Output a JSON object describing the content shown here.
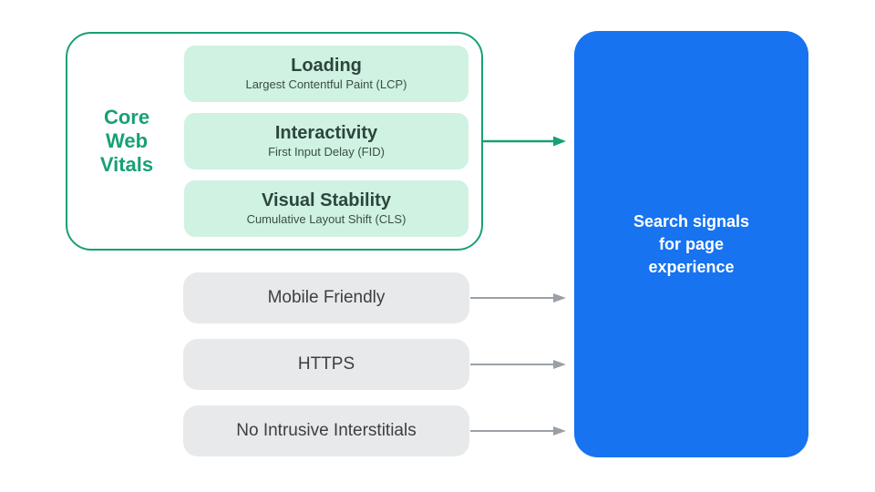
{
  "colors": {
    "green": "#18A077",
    "mint": "#CFF2E2",
    "title_text": "#2C463C",
    "subtitle_text": "#3A4F45",
    "gray_fill": "#E8E9EB",
    "gray_text": "#3C4043",
    "arrow_gray": "#9AA0A6",
    "blue": "#1773F0",
    "panel_text": "#FFFFFF"
  },
  "core_web_vitals": {
    "label_lines": [
      "Core",
      "Web",
      "Vitals"
    ],
    "items": [
      {
        "title": "Loading",
        "subtitle": "Largest Contentful Paint (LCP)"
      },
      {
        "title": "Interactivity",
        "subtitle": "First Input Delay (FID)"
      },
      {
        "title": "Visual Stability",
        "subtitle": "Cumulative Layout Shift (CLS)"
      }
    ]
  },
  "other_signals": [
    {
      "label": "Mobile Friendly"
    },
    {
      "label": "HTTPS"
    },
    {
      "label": "No Intrusive Interstitials"
    }
  ],
  "search_signals_panel": {
    "lines": [
      "Search signals",
      "for page",
      "experience"
    ]
  }
}
